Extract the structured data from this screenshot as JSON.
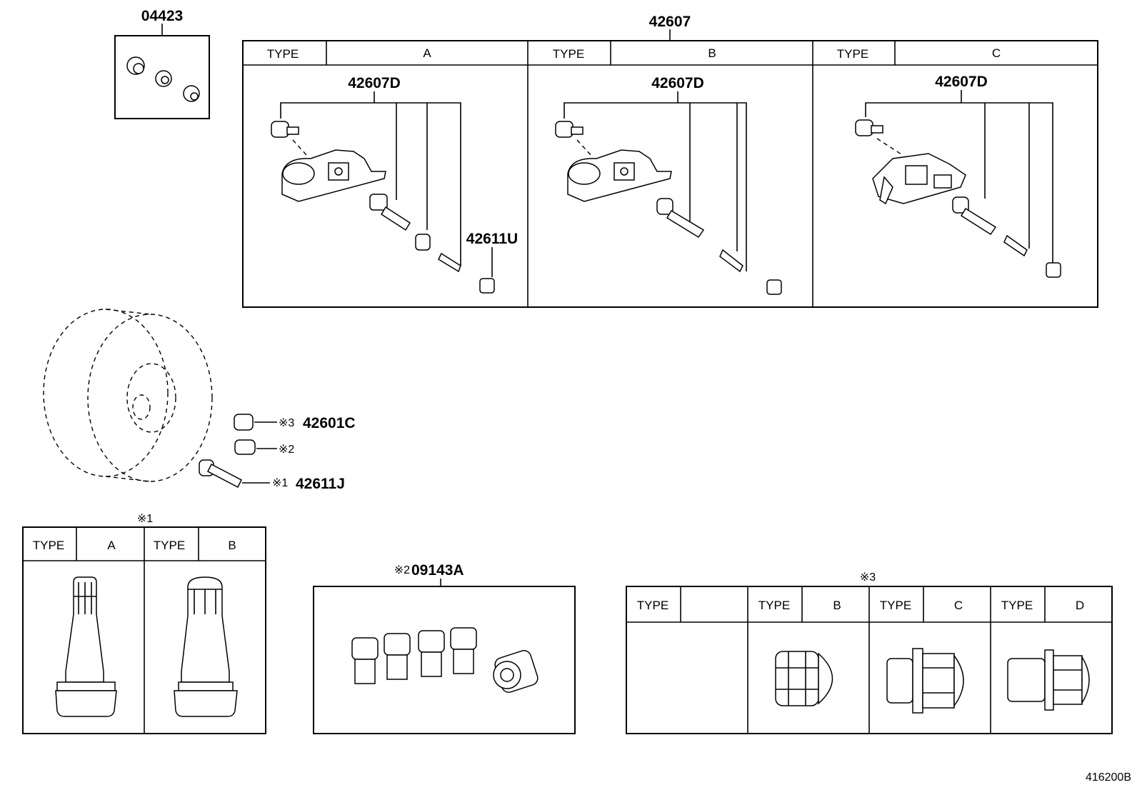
{
  "parts": {
    "p04423": "04423",
    "p42607": "42607",
    "p42607D": "42607D",
    "p42611U": "42611U",
    "p42601C": "42601C",
    "p42611J": "42611J",
    "p09143A": "09143A"
  },
  "marks": {
    "m1": "※1",
    "m2": "※2",
    "m3": "※3"
  },
  "headers": {
    "type": "TYPE",
    "a": "A",
    "b": "B",
    "c": "C",
    "d": "D",
    "blank": ""
  },
  "figure_id": "416200B"
}
